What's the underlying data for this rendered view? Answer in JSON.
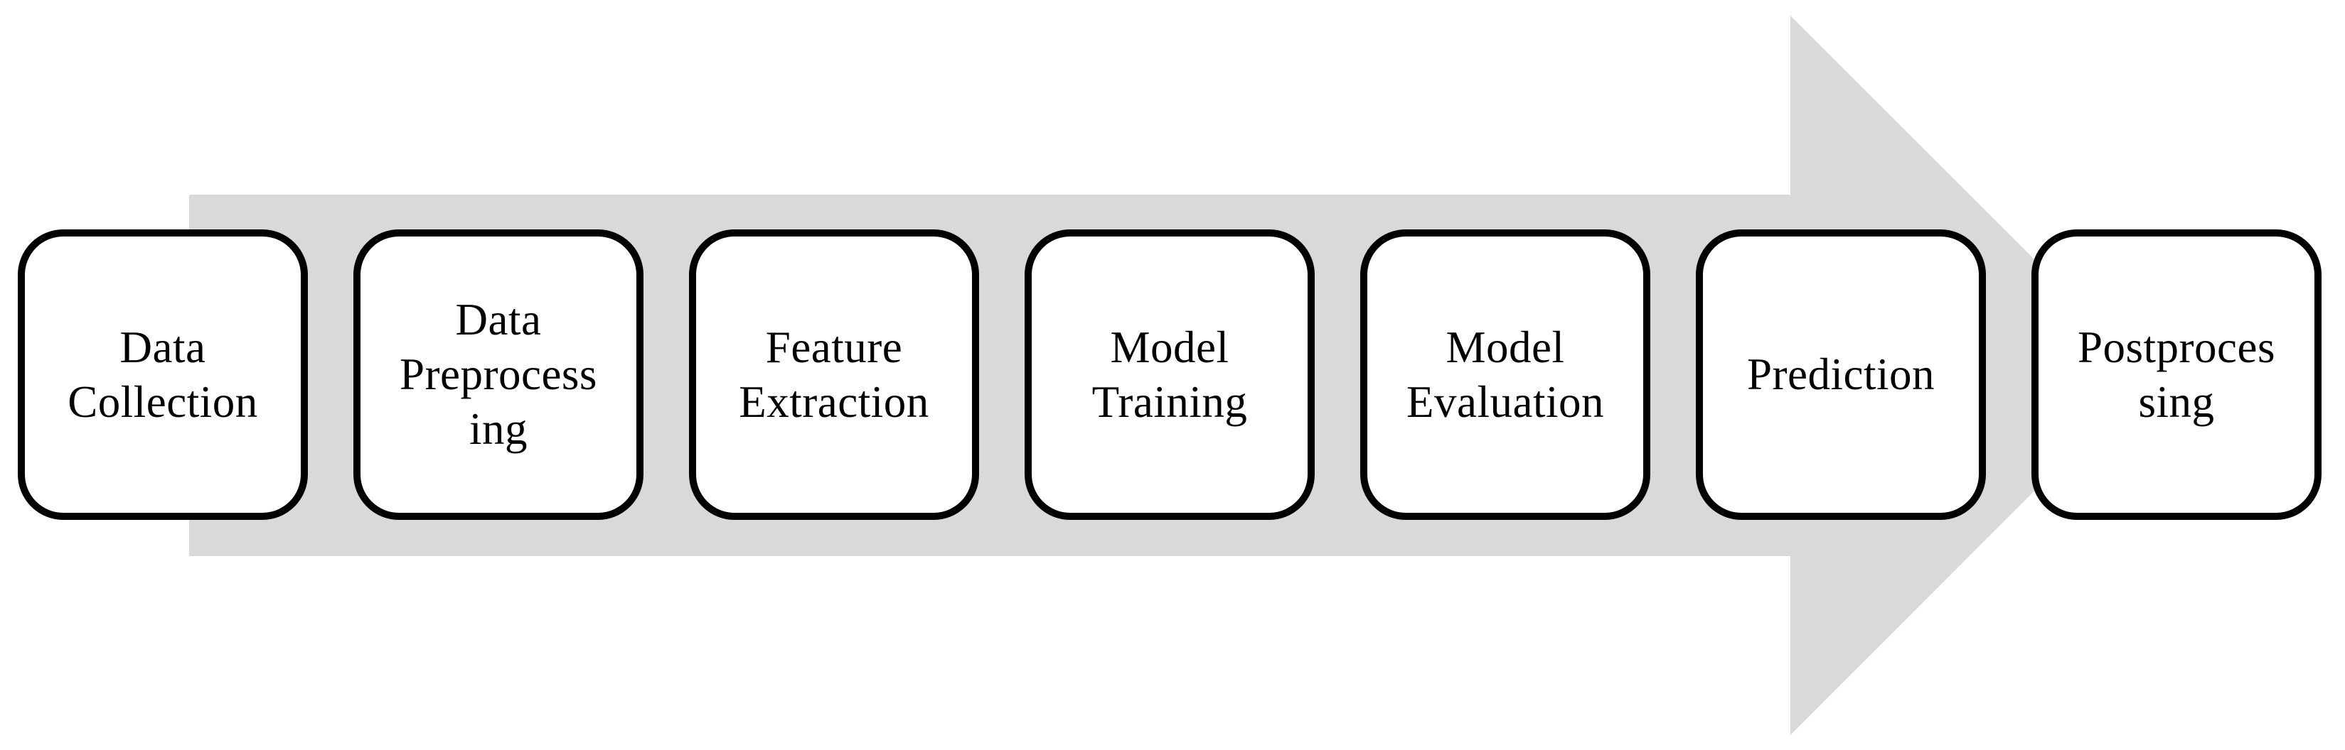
{
  "figure": {
    "type": "process-flow-diagram",
    "direction": "left-to-right",
    "arrow": {
      "shape": "right-block-arrow",
      "fill_color": "#d9d9d9"
    },
    "box_style": {
      "fill_color": "#ffffff",
      "border_color": "#000000",
      "text_color": "#000000"
    },
    "steps": [
      {
        "label": "Data\nCollection"
      },
      {
        "label": "Data\nPreprocess\ning"
      },
      {
        "label": "Feature\nExtraction"
      },
      {
        "label": "Model\nTraining"
      },
      {
        "label": "Model\nEvaluation"
      },
      {
        "label": "Prediction"
      },
      {
        "label": "Postproces\nsing"
      }
    ]
  }
}
